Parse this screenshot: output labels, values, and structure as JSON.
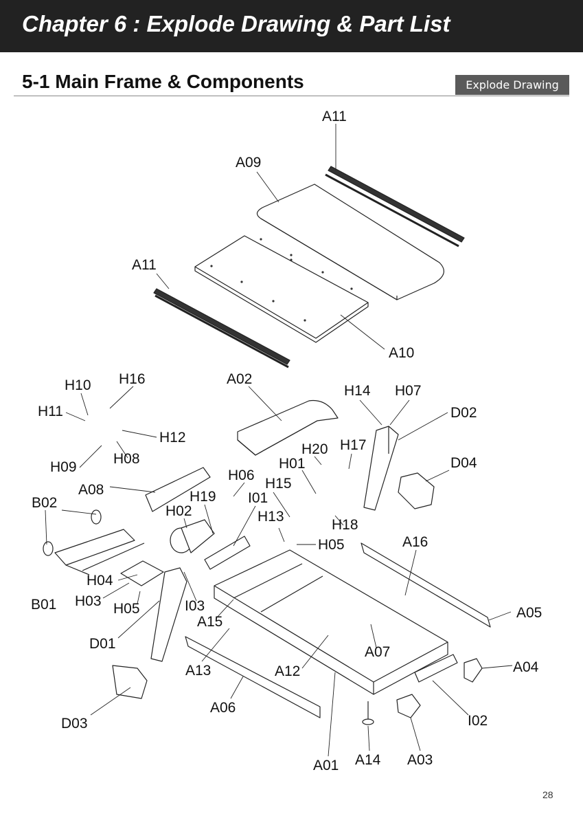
{
  "header": {
    "chapter_title": "Chapter 6 : Explode Drawing & Part List"
  },
  "section": {
    "title": "5-1  Main Frame & Components",
    "badge": "Explode Drawing"
  },
  "callouts": {
    "A11_top": "A11",
    "A09": "A09",
    "A11_left": "A11",
    "A10": "A10",
    "H10": "H10",
    "H16": "H16",
    "H11": "H11",
    "H12": "H12",
    "H08": "H08",
    "H09": "H09",
    "A02": "A02",
    "H14": "H14",
    "H07": "H07",
    "D02": "D02",
    "H20": "H20",
    "H17": "H17",
    "H01": "H01",
    "D04": "D04",
    "H06": "H06",
    "H15": "H15",
    "A08": "A08",
    "H19": "H19",
    "I01": "I01",
    "B02": "B02",
    "H02": "H02",
    "H13": "H13",
    "H18": "H18",
    "H05_right": "H05",
    "A16": "A16",
    "H04": "H04",
    "B01": "B01",
    "H03": "H03",
    "H05_left": "H05",
    "I03": "I03",
    "A05": "A05",
    "A15": "A15",
    "D01": "D01",
    "A07": "A07",
    "A13": "A13",
    "A12": "A12",
    "A04": "A04",
    "A06": "A06",
    "I02": "I02",
    "D03": "D03",
    "A14": "A14",
    "A03": "A03",
    "A01": "A01"
  },
  "page_number": "28"
}
